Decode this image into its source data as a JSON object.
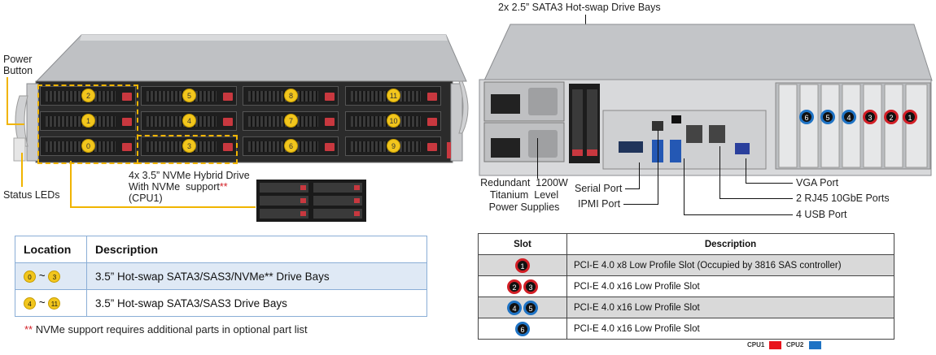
{
  "front": {
    "power_button": "Power\nButton",
    "status_leds": "Status LEDs",
    "nvme_note": "4x 3.5” NVMe Hybrid Drive\nWith NVMe  support",
    "nvme_note_stars": "**",
    "nvme_note_cpu": "(CPU1)",
    "bay_numbers": [
      "2",
      "5",
      "8",
      "11",
      "1",
      "4",
      "7",
      "10",
      "0",
      "3",
      "6",
      "9"
    ]
  },
  "rear": {
    "top_label": "2x 2.5” SATA3 Hot-swap Drive Bays",
    "psu_label": "Redundant  1200W\nTitanium  Level\nPower Supplies",
    "serial_port": "Serial Port",
    "ipmi_port": "IPMI Port",
    "vga_port": "VGA Port",
    "rj45": "2 RJ45  10GbE Ports",
    "usb": "4 USB Port",
    "slot_numbers": [
      "6",
      "5",
      "4",
      "3",
      "2",
      "1"
    ]
  },
  "table_left": {
    "headers": [
      "Location",
      "Description"
    ],
    "rows": [
      {
        "from": "0",
        "to": "3",
        "tilde": "~",
        "desc": "3.5” Hot-swap SATA3/SAS3/NVMe**  Drive Bays"
      },
      {
        "from": "4",
        "to": "11",
        "tilde": "~",
        "desc": "3.5” Hot-swap SATA3/SAS3 Drive Bays"
      }
    ],
    "footnote_stars": "**",
    "footnote": " NVMe support requires additional parts in optional part list"
  },
  "table_right": {
    "headers": [
      "Slot",
      "Description"
    ],
    "rows": [
      {
        "slots": [
          "1"
        ],
        "desc": "PCI-E 4.0 x8 Low Profile Slot (Occupied by 3816 SAS controller)"
      },
      {
        "slots": [
          "2",
          "3"
        ],
        "desc": "PCI-E 4.0 x16 Low Profile Slot"
      },
      {
        "slots": [
          "4",
          "5"
        ],
        "desc": "PCI-E 4.0 x16 Low Profile Slot"
      },
      {
        "slots": [
          "6"
        ],
        "desc": "PCI-E 4.0 x16 Low Profile Slot"
      }
    ]
  },
  "legend": {
    "cpu1": "CPU1",
    "cpu2": "CPU2",
    "cpu1_color": "#e8141c",
    "cpu2_color": "#1f73c4"
  },
  "colors": {
    "callout": "#f0b400",
    "table_border": "#8aaed6",
    "table_alt": "#dfe9f5"
  }
}
